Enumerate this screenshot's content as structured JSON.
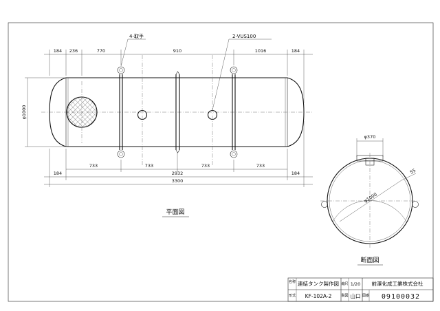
{
  "plan_view": {
    "callout_handle": "4-取手",
    "callout_vent": "2-VUS100",
    "dims_top": [
      "184",
      "236",
      "770",
      "910",
      "1016",
      "184"
    ],
    "dim_height": "φ1000",
    "dims_bottom_1": [
      "733",
      "733",
      "733",
      "733"
    ],
    "dim_bottom_2": "2932",
    "dim_bottom_3_ends": [
      "184",
      "184"
    ],
    "dim_overall": "3300",
    "title": "平面図"
  },
  "section_view": {
    "dim_top": "φ370",
    "dim_diameter": "φ1000",
    "dim_offset": "55",
    "title": "断面図"
  },
  "title_block": {
    "name_label": "名称",
    "name_value": "連結タンク製作図",
    "scale_label": "縮尺",
    "scale_value": "1/20",
    "company": "前澤化成工業株式会社",
    "model_label": "形式",
    "model_value": "KF-102A-2",
    "drawer_label": "製図",
    "drawer_value": "山口",
    "number_label": "図番",
    "number_value": "09100032"
  },
  "colors": {
    "line": "#222222",
    "paper": "#ffffff"
  }
}
